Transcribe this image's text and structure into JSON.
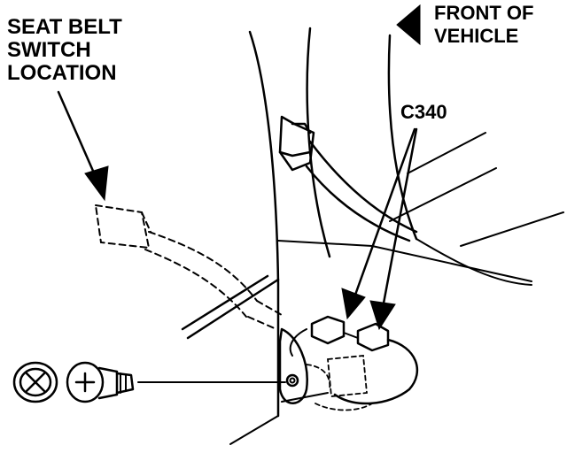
{
  "labels": {
    "seat_belt_switch_line1": "SEAT BELT",
    "seat_belt_switch_line2": "SWITCH",
    "seat_belt_switch_line3": "LOCATION",
    "front_line1": "FRONT OF",
    "front_line2": "VEHICLE",
    "connector": "C340"
  },
  "icons": {
    "front_direction": "left-arrow-icon"
  }
}
